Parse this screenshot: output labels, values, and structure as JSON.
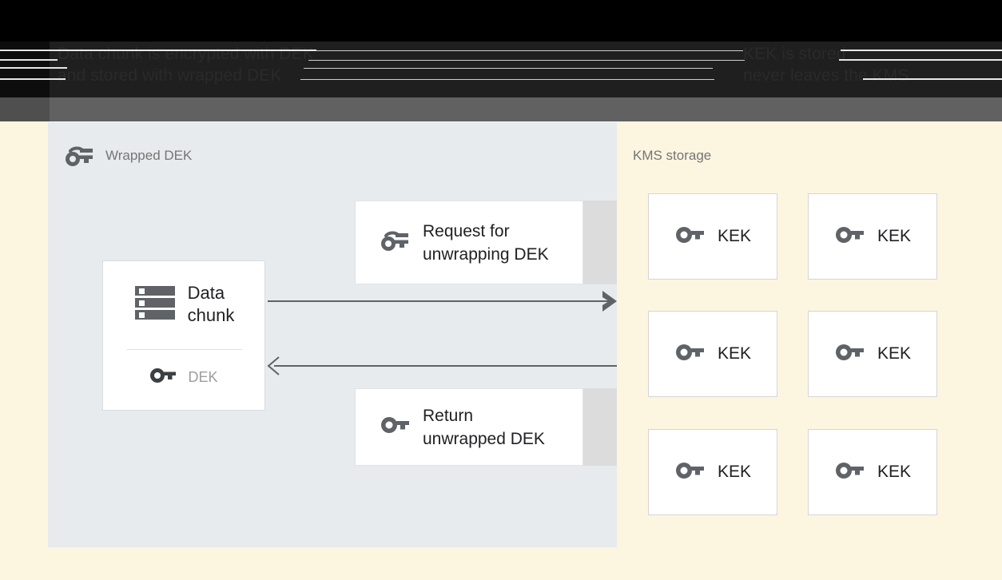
{
  "header": {
    "caption_left": "Data chunk is encrypted with DEK\nand stored with wrapped DEK",
    "caption_right": "KEK is stored\nnever leaves the KMS"
  },
  "panels": {
    "left": {
      "title": "Wrapped DEK",
      "title_icon": "wrapped-key-icon"
    },
    "right": {
      "title": "KMS storage"
    }
  },
  "data_chunk_card": {
    "icon": "storage-rows-icon",
    "title": "Data\nchunk",
    "key_icon": "key-icon",
    "key_label": "DEK"
  },
  "messages": [
    {
      "id": "request",
      "icon": "wrapped-key-icon",
      "label": "Request for\nunwrapping DEK"
    },
    {
      "id": "return",
      "icon": "key-icon",
      "label": "Return\nunwrapped DEK"
    }
  ],
  "arrows": [
    {
      "id": "request-arrow",
      "direction": "right"
    },
    {
      "id": "return-arrow",
      "direction": "left"
    }
  ],
  "kms_keys": [
    {
      "icon": "key-icon",
      "label": "KEK"
    },
    {
      "icon": "key-icon",
      "label": "KEK"
    },
    {
      "icon": "key-icon",
      "label": "KEK"
    },
    {
      "icon": "key-icon",
      "label": "KEK"
    },
    {
      "icon": "key-icon",
      "label": "KEK"
    },
    {
      "icon": "key-icon",
      "label": "KEK"
    }
  ],
  "colors": {
    "page_background": "#fcf5e0",
    "left_panel": "#e7ebee",
    "right_panel": "#fcf5e0",
    "icon_gray": "#5f6368",
    "text_primary": "#202124",
    "text_muted": "#757575",
    "arrow": "#5f6368",
    "shade": "#dcdcdc"
  }
}
